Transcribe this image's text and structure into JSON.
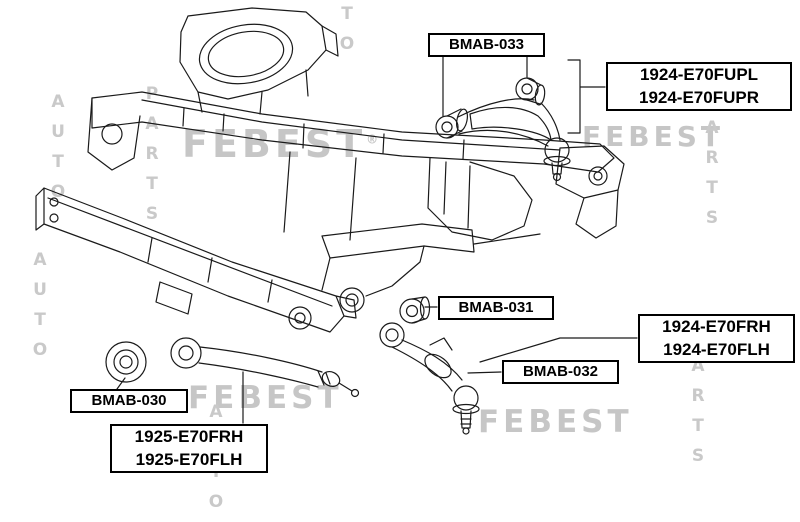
{
  "watermarks": {
    "brand": "FEBEST",
    "reg": "®",
    "auto": "AUTO",
    "parts": "PARTS"
  },
  "colors": {
    "background": "#ffffff",
    "line": "#1a1a1a",
    "watermark": "#c6c6c6",
    "label_text": "#000000",
    "label_border": "#000000"
  },
  "labels": {
    "bmab033": "BMAB-033",
    "upper_arm_left": "1924-E70FUPL",
    "upper_arm_right": "1924-E70FUPR",
    "bmab031": "BMAB-031",
    "lower_arm_rh": "1924-E70FRH",
    "lower_arm_lh": "1924-E70FLH",
    "bmab032": "BMAB-032",
    "bmab030": "BMAB-030",
    "track_arm_rh": "1925-E70FRH",
    "track_arm_lh": "1925-E70FLH"
  }
}
